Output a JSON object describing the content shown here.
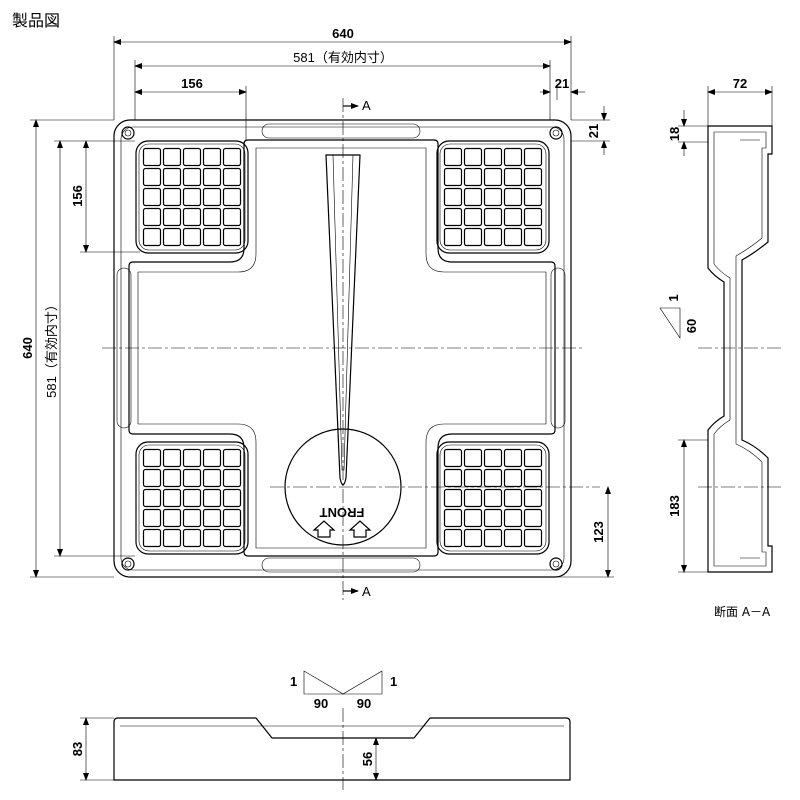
{
  "title": "製品図",
  "dimensions": {
    "outer_width": "640",
    "inner_width": "581（有効内寸）",
    "pad_width": "156",
    "rim_right": "21",
    "rim_top": "21",
    "outer_height": "640",
    "inner_height": "581（有効内寸）",
    "pad_height": "156",
    "front_offset": "123",
    "section_depth": "72",
    "section_top": "18",
    "slope_rise": "1",
    "slope_run": "60",
    "section_bottom": "183",
    "bottom_height": "83",
    "bottom_recess": "56",
    "angle_left_rise": "1",
    "angle_right_rise": "1",
    "angle_left_run": "90",
    "angle_right_run": "90"
  },
  "section_marks": {
    "top": "A",
    "bottom": "A"
  },
  "front_label": "FRONT",
  "section_caption": "断面 A－A"
}
